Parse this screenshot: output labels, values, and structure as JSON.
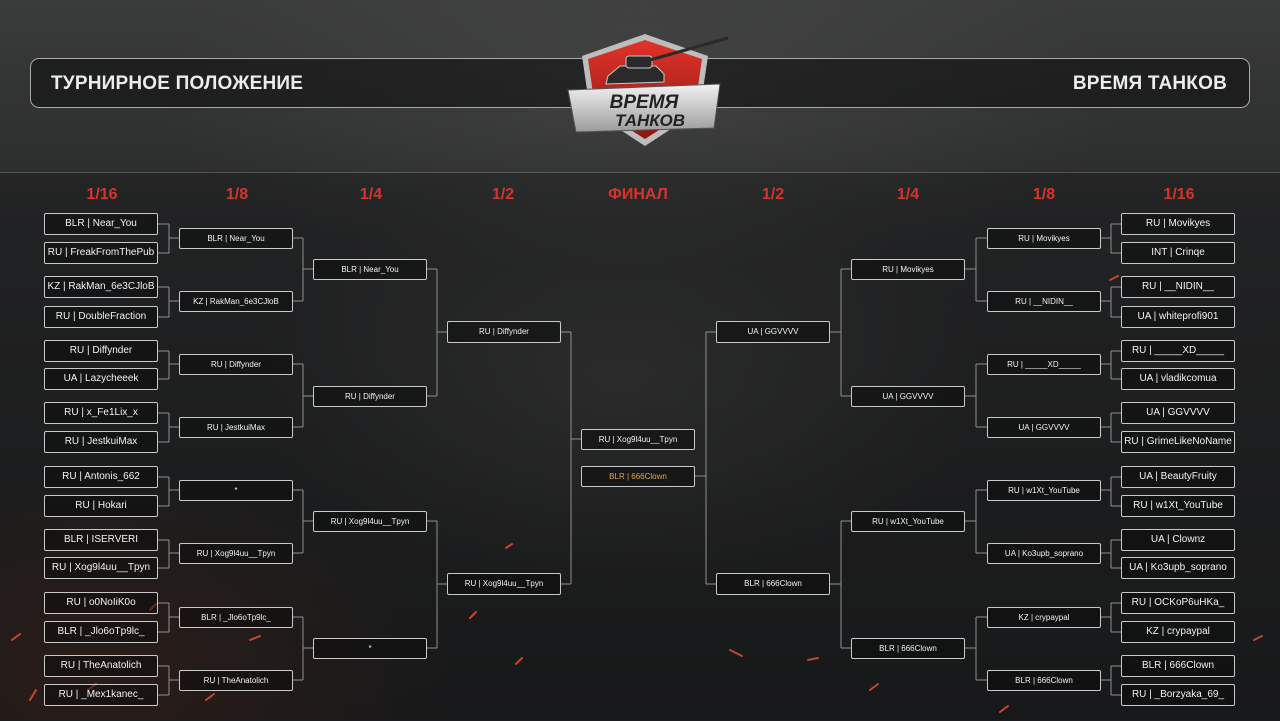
{
  "header": {
    "title_left": "ТУРНИРНОЕ ПОЛОЖЕНИЕ",
    "title_right": "ВРЕМЯ ТАНКОВ",
    "logo_line1": "ВРЕМЯ",
    "logo_line2": "ТАНКОВ"
  },
  "colors": {
    "accent_red": "#d8332b",
    "winner_gold": "#e8a43a",
    "box_border": "#c9c9c9",
    "text": "#f2f2f2"
  },
  "rounds": {
    "left": [
      "1/16",
      "1/8",
      "1/4",
      "1/2"
    ],
    "final": "ФИНАЛ",
    "right": [
      "1/2",
      "1/4",
      "1/8",
      "1/16"
    ]
  },
  "left_bracket": {
    "r16": [
      "BLR | Near_You",
      "RU | FreakFromThePub",
      "KZ | RakMan_6e3CJloB",
      "RU | DoubleFraction",
      "RU | Diffynder",
      "UA | Lazycheeek",
      "RU | x_Fe1Lix_x",
      "RU | JestkuiMax",
      "RU | Antonis_662",
      "RU | Hokari",
      "BLR | ISERVERI",
      "RU | Xog9l4uu__Tpyn",
      "RU | o0NoIiK0o",
      "BLR | _Jlo6oTp9lc_",
      "RU | TheAnatolich",
      "RU | _Mex1kanec_"
    ],
    "r8": [
      "BLR | Near_You",
      "KZ | RakMan_6e3CJloB",
      "RU | Diffynder",
      "RU | JestkuiMax",
      "*",
      "RU | Xog9l4uu__Tpyn",
      "BLR | _Jlo6oTp9lc_",
      "RU | TheAnatolich"
    ],
    "r4": [
      "BLR | Near_You",
      "RU | Diffynder",
      "RU | Xog9l4uu__Tpyn",
      "*"
    ],
    "r2": [
      "RU | Diffynder",
      "RU | Xog9l4uu__Tpyn"
    ]
  },
  "final": {
    "top": "RU | Xog9l4uu__Tpyn",
    "bottom": "BLR | 666Clown",
    "winner": "bottom"
  },
  "right_bracket": {
    "r16": [
      "RU | Movikyes",
      "INT | Crinqe",
      "RU | __NIDIN__",
      "UA | whiteprofi901",
      "RU | _____XD_____",
      "UA | vladikcomua",
      "UA | GGVVVV",
      "RU | GrimeLikeNoName",
      "UA | BeautyFruity",
      "RU | w1Xt_YouTube",
      "UA | Clownz",
      "UA | Ko3upb_soprano",
      "RU | OCKoP6uHKa_",
      "KZ | crypaypal",
      "BLR | 666Clown",
      "RU | _Borzyaka_69_"
    ],
    "r8": [
      "RU | Movikyes",
      "RU | __NIDIN__",
      "RU | _____XD_____",
      "UA | GGVVVV",
      "RU | w1Xt_YouTube",
      "UA | Ko3upb_soprano",
      "KZ | crypaypal",
      "BLR | 666Clown"
    ],
    "r4": [
      "RU | Movikyes",
      "UA | GGVVVV",
      "RU | w1Xt_YouTube",
      "BLR | 666Clown"
    ],
    "r2": [
      "UA | GGVVVV",
      "BLR | 666Clown"
    ]
  }
}
